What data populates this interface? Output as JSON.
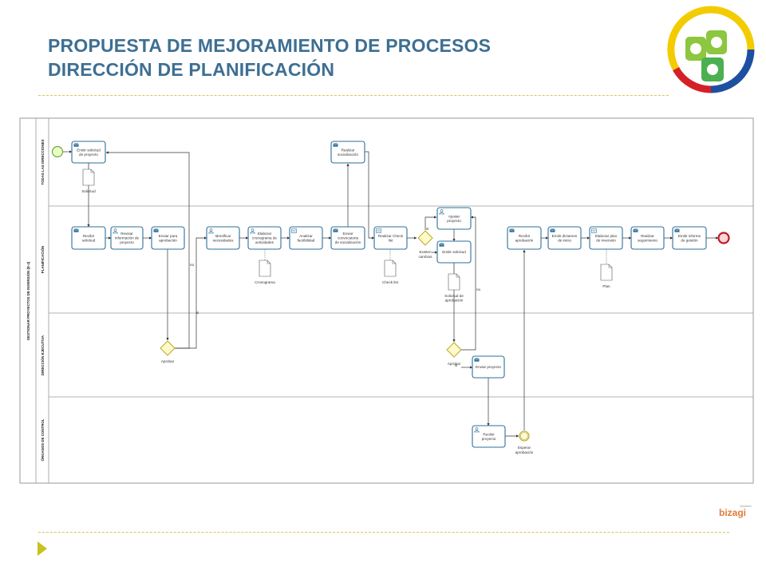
{
  "header": {
    "title_line1": "PROPUESTA DE MEJORAMIENTO DE PROCESOS",
    "title_line2": "DIRECCIÓN DE PLANIFICACIÓN"
  },
  "pool": {
    "label": "GESTIONAR PROYECTOS DE INVERSIÓN (E-4)"
  },
  "lanes": [
    "TODAS LAS DIRECCIONES",
    "PLANIFICACIÓN",
    "DIRECCIÓN EJECUTIVA",
    "ÓRGANOS DE CONTROL"
  ],
  "tasks": {
    "t1": [
      "Emitir solicitud",
      "de proyecto"
    ],
    "t2": [
      "Recibir",
      "solicitud"
    ],
    "t3": [
      "Revisar",
      "información de",
      "proyecto"
    ],
    "t4": [
      "Enviar para",
      "aprobación"
    ],
    "t5": [
      "Identificar",
      "necesidades"
    ],
    "t6": [
      "Elaborar",
      "cronograma de",
      "actividades"
    ],
    "t7": [
      "Analizar",
      "factibilidad"
    ],
    "t8": [
      "Enviar",
      "convocatoria",
      "de socialización"
    ],
    "t9": [
      "Realizar",
      "socialización"
    ],
    "t10": [
      "Realizar Check",
      "list"
    ],
    "t11": [
      "Ajustar",
      "proyecto"
    ],
    "t12": [
      "Emitir solicitud"
    ],
    "t13": [
      "Recibir",
      "aprobación"
    ],
    "t14": [
      "Emitir dictamen",
      "de inicio"
    ],
    "t15": [
      "Elaborar plan",
      "de inversión"
    ],
    "t16": [
      "Realizar",
      "seguimiento"
    ],
    "t17": [
      "Emitir informe",
      "de gestión"
    ],
    "t18": [
      "Enviar proyecto"
    ],
    "t19": [
      "Recibir",
      "proyecto"
    ]
  },
  "documents": {
    "d1": [
      "Solicitud"
    ],
    "d2": [
      "Cronograma"
    ],
    "d3": [
      "Check list"
    ],
    "d4": [
      "Solicitud de",
      "aprobación"
    ],
    "d5": [
      "Plan"
    ]
  },
  "gateways": {
    "g1": [
      "Aprobar"
    ],
    "g2": [
      "Existen",
      "cambios"
    ],
    "g3": [
      "Aprobar"
    ]
  },
  "events": {
    "e_wait": [
      "Esperar",
      "aprobación"
    ]
  },
  "flow_labels": {
    "no1": "no",
    "si1": "si",
    "si2": "si",
    "no2": "no",
    "si3": "si"
  },
  "branding": {
    "bizagi_text": "bizagi",
    "bizagi_small": "Modeler"
  }
}
